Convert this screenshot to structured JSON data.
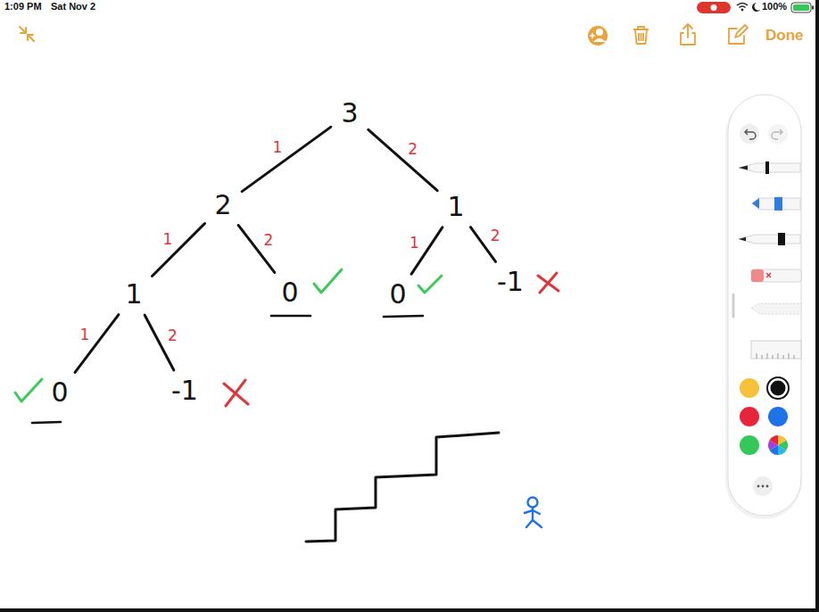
{
  "diagram": {
    "nodes": [
      {
        "text": [
          "3"
        ]
      },
      {
        "text": [
          "2"
        ]
      },
      {
        "text": [
          "1"
        ]
      },
      {
        "text": [
          "1"
        ]
      },
      {
        "text": [
          "0"
        ]
      },
      {
        "text": [
          "0"
        ]
      },
      {
        "text": [
          "-1"
        ]
      },
      {
        "text": [
          "0"
        ]
      },
      {
        "text": [
          "-1"
        ]
      }
    ],
    "edges": [
      {
        "from": 0,
        "to": 1,
        "label": "1",
        "arrow": "none"
      },
      {
        "from": 0,
        "to": 2,
        "label": "2",
        "arrow": "none"
      },
      {
        "from": 1,
        "to": 3,
        "label": "1",
        "arrow": "none"
      },
      {
        "from": 1,
        "to": 4,
        "label": "2",
        "arrow": "none"
      },
      {
        "from": 2,
        "to": 5,
        "label": "1",
        "arrow": "none"
      },
      {
        "from": 2,
        "to": 6,
        "label": "2",
        "arrow": "none"
      },
      {
        "from": 3,
        "to": 7,
        "label": "1",
        "arrow": "none"
      },
      {
        "from": 3,
        "to": 8,
        "label": "2",
        "arrow": "none"
      }
    ],
    "labels": [
      "1:09 PM",
      "Sat Nov 2",
      "100%",
      "Done"
    ]
  }
}
